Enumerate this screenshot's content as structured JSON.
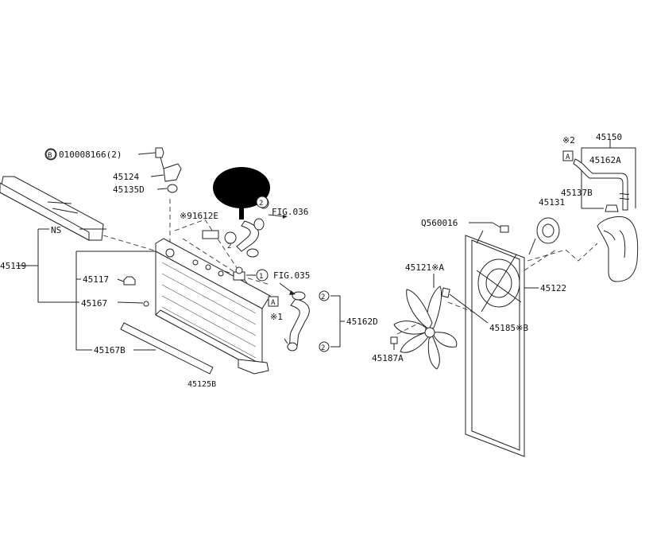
{
  "callouts": {
    "bolt_ref": "010008166(2)",
    "bolt_circle": "B",
    "p45124": "45124",
    "p45135d": "45135D",
    "p91612e": "※91612E",
    "fig036": "FIG.036",
    "fig035": "FIG.035",
    "ns": "NS",
    "p45119": "45119",
    "p45117": "45117",
    "p45167": "45167",
    "p45167b": "45167B",
    "p45162d": "45162D",
    "box_a_left": "A",
    "note1": "※1",
    "circle1": "1",
    "circle2": "2",
    "p45125b": "45125B",
    "q560016": "Q560016",
    "p45131": "45131",
    "p45121a": "45121※A",
    "p45122": "45122",
    "p45185b": "45185※B",
    "p45187a": "45187A",
    "note2": "※2",
    "p45150": "45150",
    "box_a_right": "A",
    "p45162a": "45162A",
    "p45137b": "45137B"
  },
  "colors": {
    "line": "#222222",
    "background": "#ffffff"
  }
}
